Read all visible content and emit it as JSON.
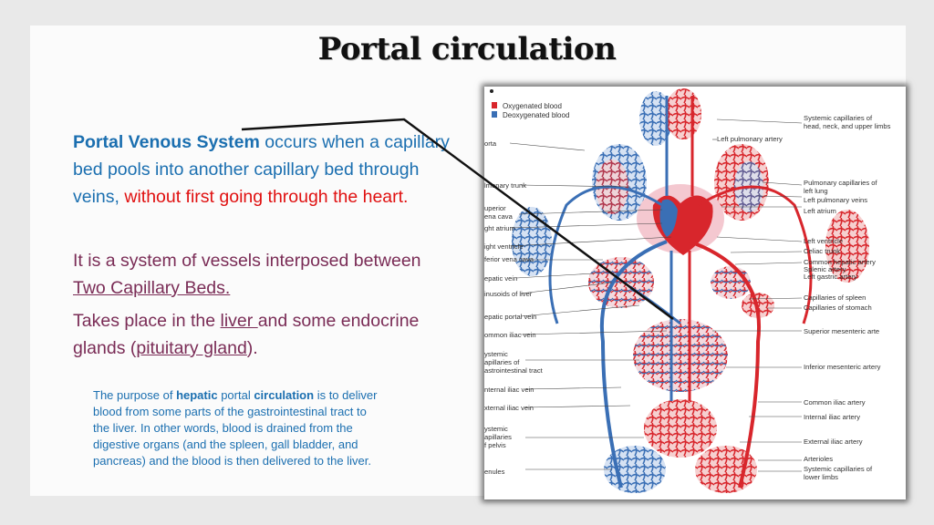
{
  "title": "Portal circulation",
  "para1": {
    "bold": "Portal Venous  System",
    "normal": " occurs when a  capillary bed pools into  another capillary bed through veins, ",
    "red": "without first going through the heart."
  },
  "para2": {
    "text": "It is a system of vessels interposed between ",
    "underlined": "Two Capillary Beds."
  },
  "para3": {
    "before": "Takes place in the ",
    "liver": "liver ",
    "middle": "and some endocrine glands (",
    "pituitary": "pituitary gland",
    "after": ")."
  },
  "note": {
    "t1": "The purpose of ",
    "b1": "hepatic",
    "t2": " portal ",
    "b2": "circulation",
    "t3": " is to deliver blood from some parts of the gastrointestinal tract to the liver. In other words, blood is drained from the digestive organs (and the spleen, gall bladder, and pancreas) and the blood is then delivered to the liver."
  },
  "diagram": {
    "legend": [
      "Oxygenated blood",
      "Deoxygenated blood"
    ],
    "colors": {
      "oxygenated": "#d8262c",
      "deoxygenated": "#3a6fb5"
    },
    "left_labels": [
      "orta",
      "lmonary trunk",
      "uperior",
      "ena cava",
      "ght atrium",
      "ight ventricle",
      "ferior vena cava",
      "epatic vein",
      "inusoids of liver",
      "epatic portal vein",
      "ommon  iliac vein",
      "ystemic",
      "apillaries of",
      "astrointestinal tract",
      "nternal iliac vein",
      "xternal iliac vein",
      "ystemic",
      "apillaries",
      "f pelvis",
      "enules"
    ],
    "right_labels": [
      "Systemic capillaries of",
      "head, neck, and upper limbs",
      "Left pulmonary artery",
      "Pulmonary capillaries of",
      "left lung",
      "Left pulmonary veins",
      "Left atrium",
      "Left ventricle",
      "Celiac trunk",
      "Common hepatic artery",
      "Splenic artery",
      "Left gastric artery",
      "Capillaries of spleen",
      "Capillaries of stomach",
      "Superior mesenteric arte",
      "Inferior mesenteric artery",
      "Common iliac artery",
      "Internal iliac artery",
      "External iliac artery",
      "Arterioles",
      "Systemic capillaries of",
      "lower limbs"
    ]
  }
}
